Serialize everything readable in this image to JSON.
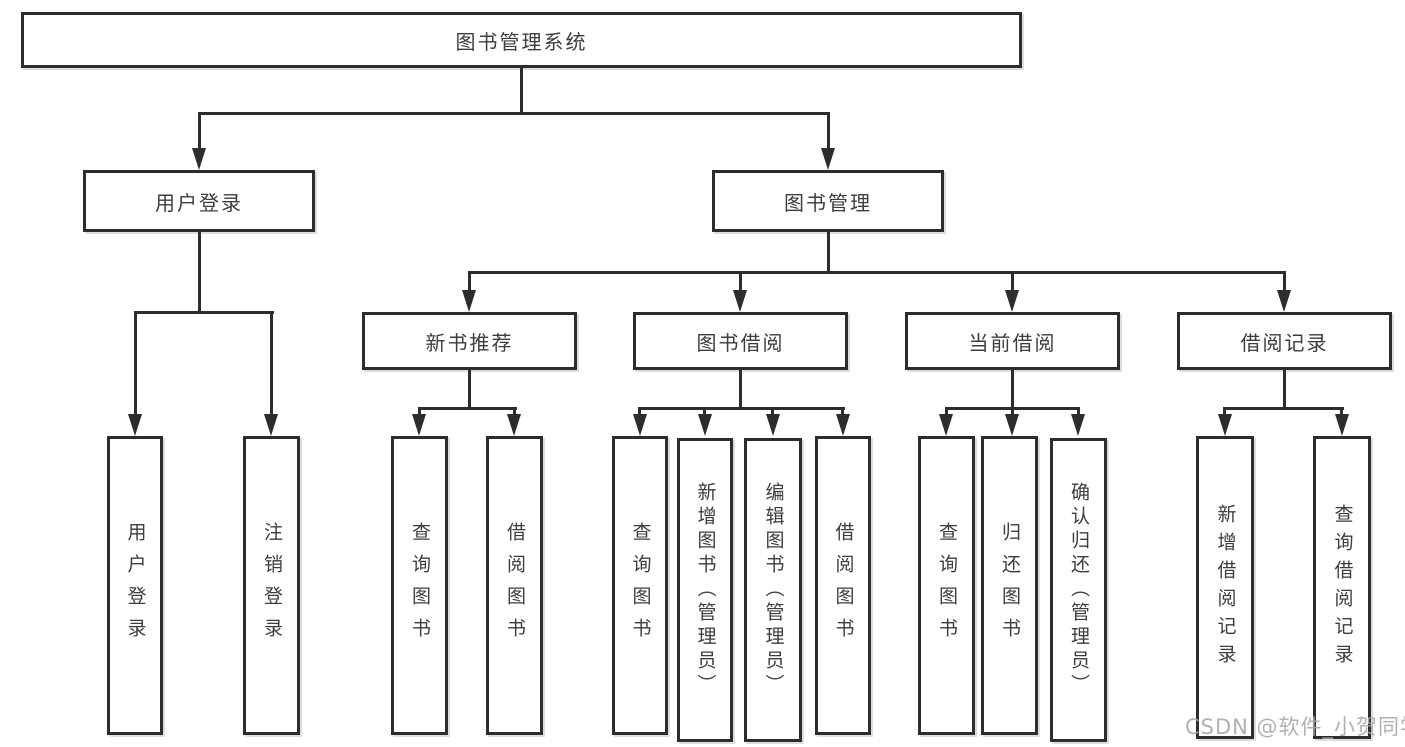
{
  "diagram": {
    "title_node": {
      "label": "图书管理系统"
    },
    "level2": [
      {
        "label": "用户登录"
      },
      {
        "label": "图书管理"
      }
    ],
    "level3": [
      {
        "label": "新书推荐"
      },
      {
        "label": "图书借阅"
      },
      {
        "label": "当前借阅"
      },
      {
        "label": "借阅记录"
      }
    ],
    "leaves": {
      "user_login": [
        "用户登录",
        "注销登录"
      ],
      "new_book": [
        "查询图书",
        "借阅图书"
      ],
      "book_borrow": [
        "查询图书",
        "新增图书（管理员）",
        "编辑图书（管理员）",
        "借阅图书"
      ],
      "current_borrow": [
        "查询图书",
        "归还图书",
        "确认归还（管理员）"
      ],
      "borrow_record": [
        "新增借阅记录",
        "查询借阅记录"
      ]
    }
  },
  "watermark": {
    "text": "CSDN @软件_小贺同学"
  },
  "colors": {
    "line": "#2d2d2d",
    "box_border": "#2d2d2d",
    "text": "#3d3d3d",
    "background": "#ffffff",
    "watermark": "#a8a8a8"
  }
}
